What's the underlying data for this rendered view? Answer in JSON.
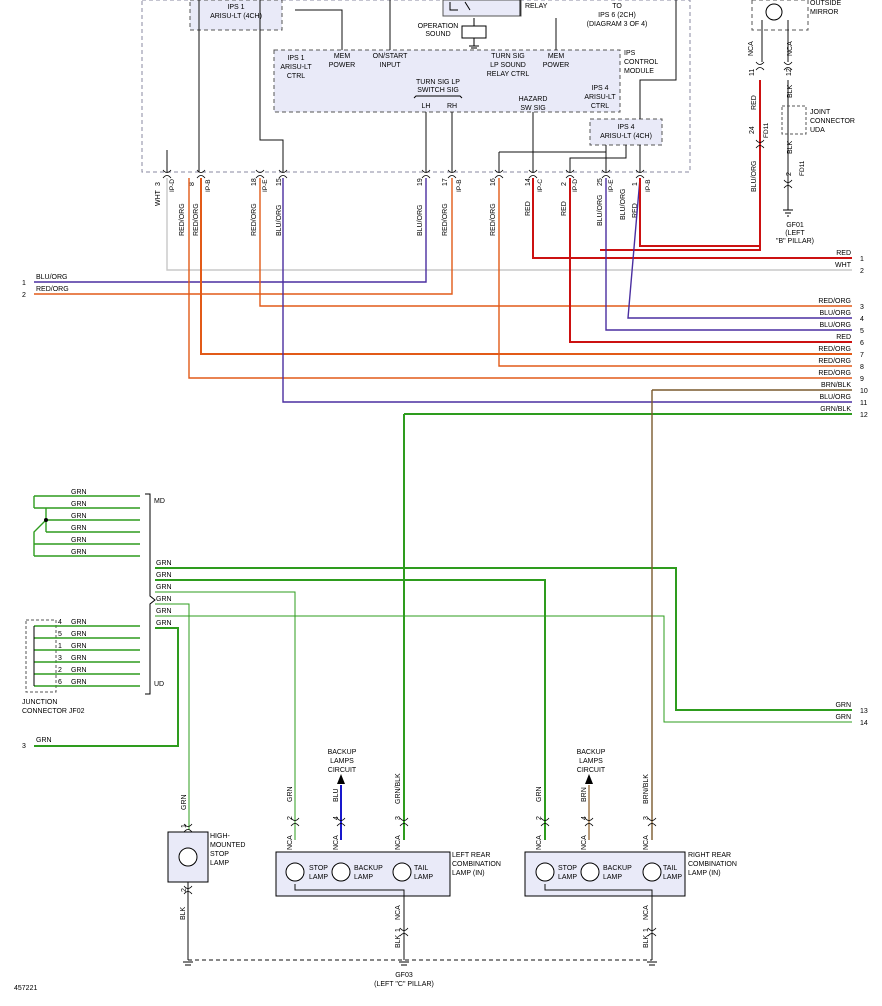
{
  "colors": {
    "RED": "#cc1111",
    "RED/ORG": "#e25a18",
    "BLU/ORG": "#4a2ea0",
    "WHT": "#c8c8c8",
    "GRN": "#2e9c1e",
    "BRN/BLK": "#7a5a2e",
    "BLU": "#1818cc",
    "BRN": "#8a5a20",
    "BLK": "#111111",
    "module_fill": "#e9eaf8"
  },
  "modules": {
    "ips1_top": [
      "IPS 1",
      "ARISU-LT (4CH)"
    ],
    "relay": "RELAY",
    "operation_sound": [
      "OPERATION",
      "SOUND"
    ],
    "to_ips6": [
      "TO",
      "IPS 6 (2CH)",
      "(DIAGRAM 3 OF 4)"
    ],
    "outside_mirror": [
      "OUTSIDE",
      "MIRROR"
    ],
    "ips_control_module": [
      "IPS",
      "CONTROL",
      "MODULE"
    ],
    "ips1_ctrl": [
      "IPS 1",
      "ARISU-LT",
      "CTRL"
    ],
    "mem_power_1": [
      "MEM",
      "POWER"
    ],
    "on_start_input": [
      "ON/START",
      "INPUT"
    ],
    "turn_sig_lp": [
      "TURN SIG",
      "LP SOUND",
      "RELAY CTRL"
    ],
    "mem_power_2": [
      "MEM",
      "POWER"
    ],
    "turn_sig_switch": [
      "TURN SIG LP",
      "SWITCH SIG"
    ],
    "lh": "LH",
    "rh": "RH",
    "hazard_sw": [
      "HAZARD",
      "SW SIG"
    ],
    "ips4_ctrl": [
      "IPS 4",
      "ARISU-LT",
      "CTRL"
    ],
    "ips4_inner": [
      "IPS 4",
      "ARISU-LT (4CH)"
    ],
    "joint_connector_uda": [
      "JOINT",
      "CONNECTOR",
      "UDA"
    ],
    "gf01": [
      "GF01",
      "(LEFT",
      "\"B\" PILLAR)"
    ],
    "junction_connector": [
      "JUNCTION",
      "CONNECTOR JF02"
    ],
    "backup_circuit_left": [
      "BACKUP",
      "LAMPS",
      "CIRCUIT"
    ],
    "backup_circuit_right": [
      "BACKUP",
      "LAMPS",
      "CIRCUIT"
    ],
    "high_mounted": [
      "HIGH-",
      "MOUNTED",
      "STOP",
      "LAMP"
    ],
    "left_rear": [
      "LEFT REAR",
      "COMBINATION",
      "LAMP (IN)"
    ],
    "right_rear": [
      "RIGHT REAR",
      "COMBINATION",
      "LAMP (IN)"
    ],
    "gf03": [
      "GF03",
      "(LEFT \"C\" PILLAR)"
    ],
    "md": "MD",
    "ud": "UD",
    "figure_number": "457221"
  },
  "lamp_labels": {
    "stop": [
      "STOP",
      "LAMP"
    ],
    "backup": [
      "BACKUP",
      "LAMP"
    ],
    "tail": [
      "TAIL",
      "LAMP"
    ]
  },
  "pins": {
    "top": [
      "3",
      "8",
      "18",
      "15",
      "19",
      "17",
      "16",
      "14",
      "2",
      "25",
      "1"
    ],
    "mirror_nca": [
      "NCA",
      "NCA"
    ],
    "mirror_pins": [
      "11",
      "12",
      "24",
      "2"
    ],
    "jp_codes": [
      "IP-D",
      "IP-B",
      "IP-E",
      "IP-B",
      "IP-C",
      "IP-D",
      "IP-E",
      "IP-B",
      "FD11",
      "FD11"
    ]
  },
  "top_wire_colors": [
    "WHT",
    "RED/ORG",
    "RED/ORG",
    "RED/ORG",
    "BLU/ORG",
    "BLU/ORG",
    "RED/ORG",
    "RED",
    "RED",
    "BLU/ORG",
    "BLU/ORG",
    "RED",
    "BLK",
    "BLK",
    "BLK"
  ],
  "left_connectors": [
    {
      "num": "1",
      "label": "BLU/ORG"
    },
    {
      "num": "2",
      "label": "RED/ORG"
    },
    {
      "num": "3",
      "label": "GRN"
    }
  ],
  "right_connectors": [
    {
      "num": "1",
      "label": "RED"
    },
    {
      "num": "2",
      "label": "WHT"
    },
    {
      "num": "3",
      "label": "RED/ORG"
    },
    {
      "num": "4",
      "label": "BLU/ORG"
    },
    {
      "num": "5",
      "label": "BLU/ORG"
    },
    {
      "num": "6",
      "label": "RED"
    },
    {
      "num": "7",
      "label": "RED/ORG"
    },
    {
      "num": "8",
      "label": "RED/ORG"
    },
    {
      "num": "9",
      "label": "RED/ORG"
    },
    {
      "num": "10",
      "label": "BRN/BLK"
    },
    {
      "num": "11",
      "label": "BLU/ORG"
    },
    {
      "num": "12",
      "label": "GRN/BLK"
    },
    {
      "num": "13",
      "label": "GRN"
    },
    {
      "num": "14",
      "label": "GRN"
    }
  ],
  "md_wires": [
    "GRN",
    "GRN",
    "GRN",
    "GRN",
    "GRN",
    "GRN"
  ],
  "ud_wires": [
    "GRN",
    "GRN",
    "GRN",
    "GRN",
    "GRN",
    "GRN"
  ],
  "ud_pins": [
    "4",
    "5",
    "1",
    "3",
    "2",
    "6"
  ],
  "splice_wires": [
    "GRN",
    "GRN",
    "GRN",
    "GRN",
    "GRN",
    "GRN"
  ],
  "bottom_wire_labels": {
    "high_grn": "GRN",
    "left_grn": "GRN",
    "left_blu": "BLU",
    "left_grnblk": "GRN/BLK",
    "right_grn": "GRN",
    "right_brn": "BRN",
    "right_brnblk": "BRN/BLK",
    "blk_high": "BLK",
    "blk_left": "BLK",
    "blk_right": "BLK"
  },
  "bottom_pins": {
    "high": [
      "1",
      "2"
    ],
    "left": [
      "2",
      "4",
      "3",
      "1"
    ],
    "right": [
      "2",
      "4",
      "3",
      "1"
    ],
    "nca": "NCA"
  }
}
